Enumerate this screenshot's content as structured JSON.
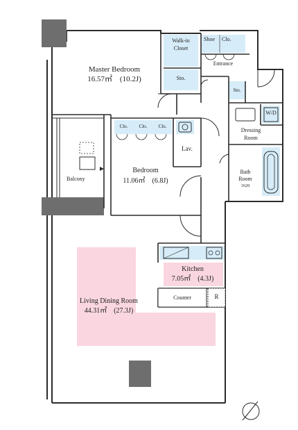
{
  "rooms": {
    "master_bedroom": {
      "name": "Master Bedroom",
      "area": "16.57㎡　(10.2J)"
    },
    "walk_in_closet": {
      "name_line1": "Walk-in",
      "name_line2": "Closet"
    },
    "master_storage": {
      "name": "Sto."
    },
    "shoe_closet": {
      "shoe": "Shoe",
      "clo": "Clo."
    },
    "entrance": {
      "name": "Entrance"
    },
    "entrance_storage": {
      "name": "Sto."
    },
    "bedroom": {
      "name": "Bedroom",
      "area": "11.06㎡　(6.8J)"
    },
    "bedroom_closets": [
      "Clo.",
      "Clo.",
      "Clo."
    ],
    "lavatory": {
      "name": "Lav."
    },
    "washer_dryer": {
      "name": "W/D"
    },
    "dressing_room": {
      "line1": "Dressing",
      "line2": "Room"
    },
    "bath_room": {
      "line1": "Bath",
      "line2": "Room",
      "size": "1620"
    },
    "balcony": {
      "name": "Balcony"
    },
    "kitchen": {
      "name": "Kitchen",
      "area": "7.05㎡　(4.3J)"
    },
    "counter": {
      "name": "Counter"
    },
    "refrigerator": {
      "name": "R"
    },
    "living_dining": {
      "name": "Living Dining Room",
      "area": "44.31㎡　(27.3J)"
    }
  },
  "colors": {
    "wall": "#2b2b2b",
    "closet_fill": "#d6ecf8",
    "living_fill": "#f9d6e0",
    "kitchen_fill": "#f9d6e0",
    "pillar_fill": "#6e6e6e",
    "balcony_fill": "#ffffff"
  },
  "icons": {
    "north": "north-arrow-icon"
  }
}
